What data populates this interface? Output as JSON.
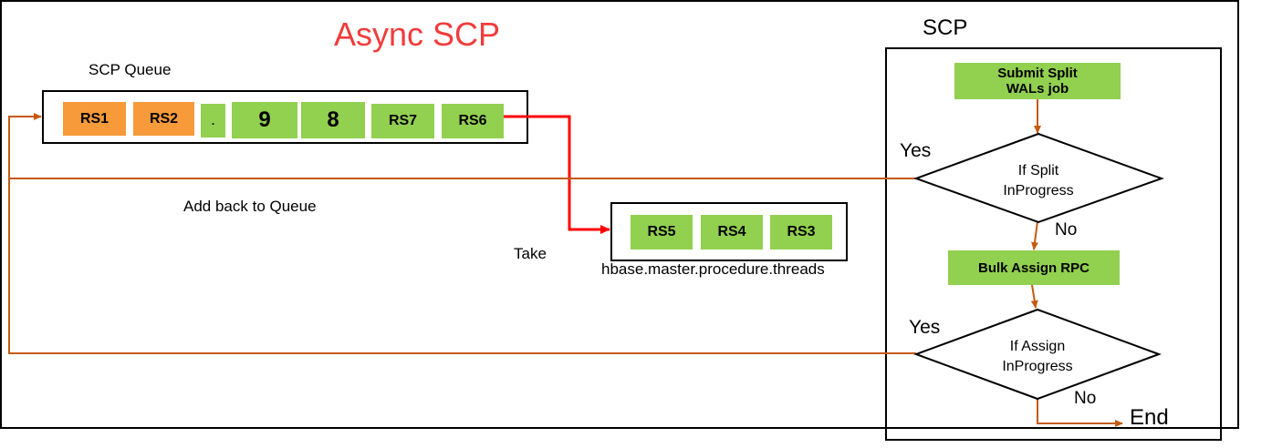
{
  "title": "Async SCP",
  "queue": {
    "label": "SCP Queue",
    "items": [
      {
        "text": "RS1",
        "color": "#f79a3a"
      },
      {
        "text": "RS2",
        "color": "#f79a3a"
      },
      {
        "text": ".",
        "color": "#92d050"
      },
      {
        "text": "9",
        "color": "#92d050"
      },
      {
        "text": "8",
        "color": "#92d050"
      },
      {
        "text": "RS7",
        "color": "#92d050"
      },
      {
        "text": "RS6",
        "color": "#92d050"
      }
    ]
  },
  "threads": {
    "label": "hbase.master.procedure.threads",
    "items": [
      "RS5",
      "RS4",
      "RS3"
    ]
  },
  "take_label": "Take",
  "add_back_label": "Add back to Queue",
  "scp": {
    "label": "SCP",
    "submit": "Submit Split\nWALs job",
    "decision1": "If  Split\nInProgress",
    "yes1": "Yes",
    "no1": "No",
    "bulk_assign": "Bulk Assign RPC",
    "decision2": "If  Assign\nInProgress",
    "yes2": "Yes",
    "no2": "No",
    "end": "End"
  },
  "colors": {
    "orange": "#f79a3a",
    "green": "#92d050",
    "red_arrow": "#ff0000",
    "brown_arrow": "#c55a11",
    "title_red": "#f23b3b"
  }
}
